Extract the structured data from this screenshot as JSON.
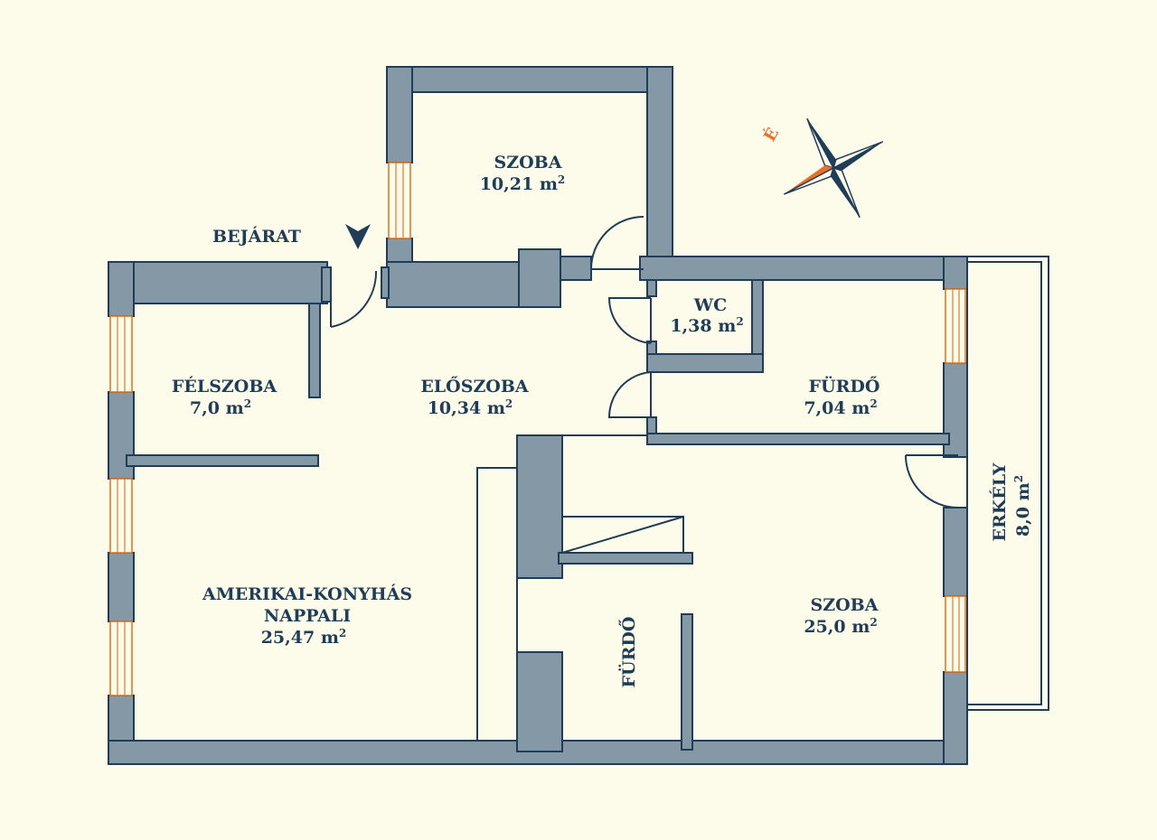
{
  "colors": {
    "background": "#fdfbe9",
    "wall_fill": "#8598a6",
    "wall_stroke": "#1f3d57",
    "window_accent": "#e07a2e",
    "compass_navy": "#1f3d57",
    "compass_orange": "#e8702a"
  },
  "labels": {
    "entrance": "BEJÁRAT",
    "szoba_top": {
      "name": "SZOBA",
      "area": "10,21 m",
      "unit_sup": "2"
    },
    "wc": {
      "name": "WC",
      "area": "1,38 m",
      "unit_sup": "2"
    },
    "felszoba": {
      "name": "FÉLSZOBA",
      "area": "7,0 m",
      "unit_sup": "2"
    },
    "eloszoba": {
      "name": "ELŐSZOBA",
      "area": "10,34 m",
      "unit_sup": "2"
    },
    "furdo_right": {
      "name": "FÜRDŐ",
      "area": "7,04 m",
      "unit_sup": "2"
    },
    "erkely": {
      "name": "ERKÉLY",
      "area": "8,0 m",
      "unit_sup": "2"
    },
    "nappali": {
      "name_line1": "AMERIKAI-KONYHÁS",
      "name_line2": "NAPPALI",
      "area": "25,47 m",
      "unit_sup": "2"
    },
    "szoba_big": {
      "name": "SZOBA",
      "area": "25,0 m",
      "unit_sup": "2"
    },
    "furdo_small": {
      "name": "FÜRDŐ"
    }
  },
  "compass": {
    "north_letter": "É",
    "icon": "compass-star-icon"
  },
  "entrance_marker": {
    "icon": "entrance-arrow-icon"
  }
}
